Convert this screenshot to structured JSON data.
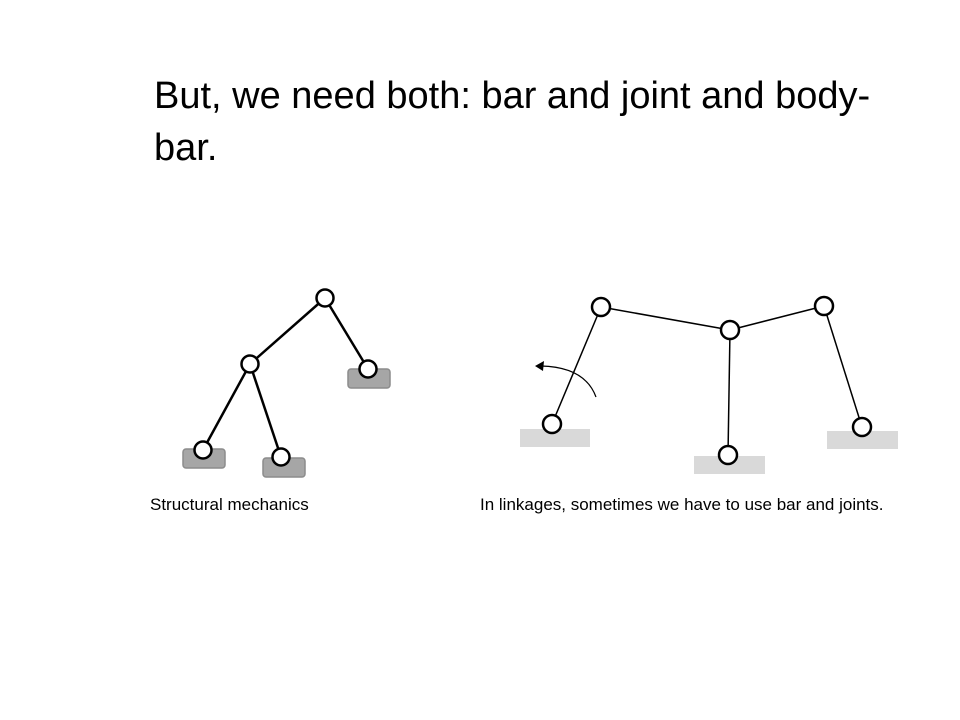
{
  "slide": {
    "title": "But, we need both: bar and joint and body-bar.",
    "left_caption": "Structural mechanics",
    "right_caption": "In linkages, sometimes we have to use bar and joints."
  },
  "colors": {
    "background": "#ffffff",
    "bar": "#000000",
    "joint_fill": "#ffffff",
    "support_dark": "#a6a6a6",
    "support_light": "#d9d9d9"
  }
}
